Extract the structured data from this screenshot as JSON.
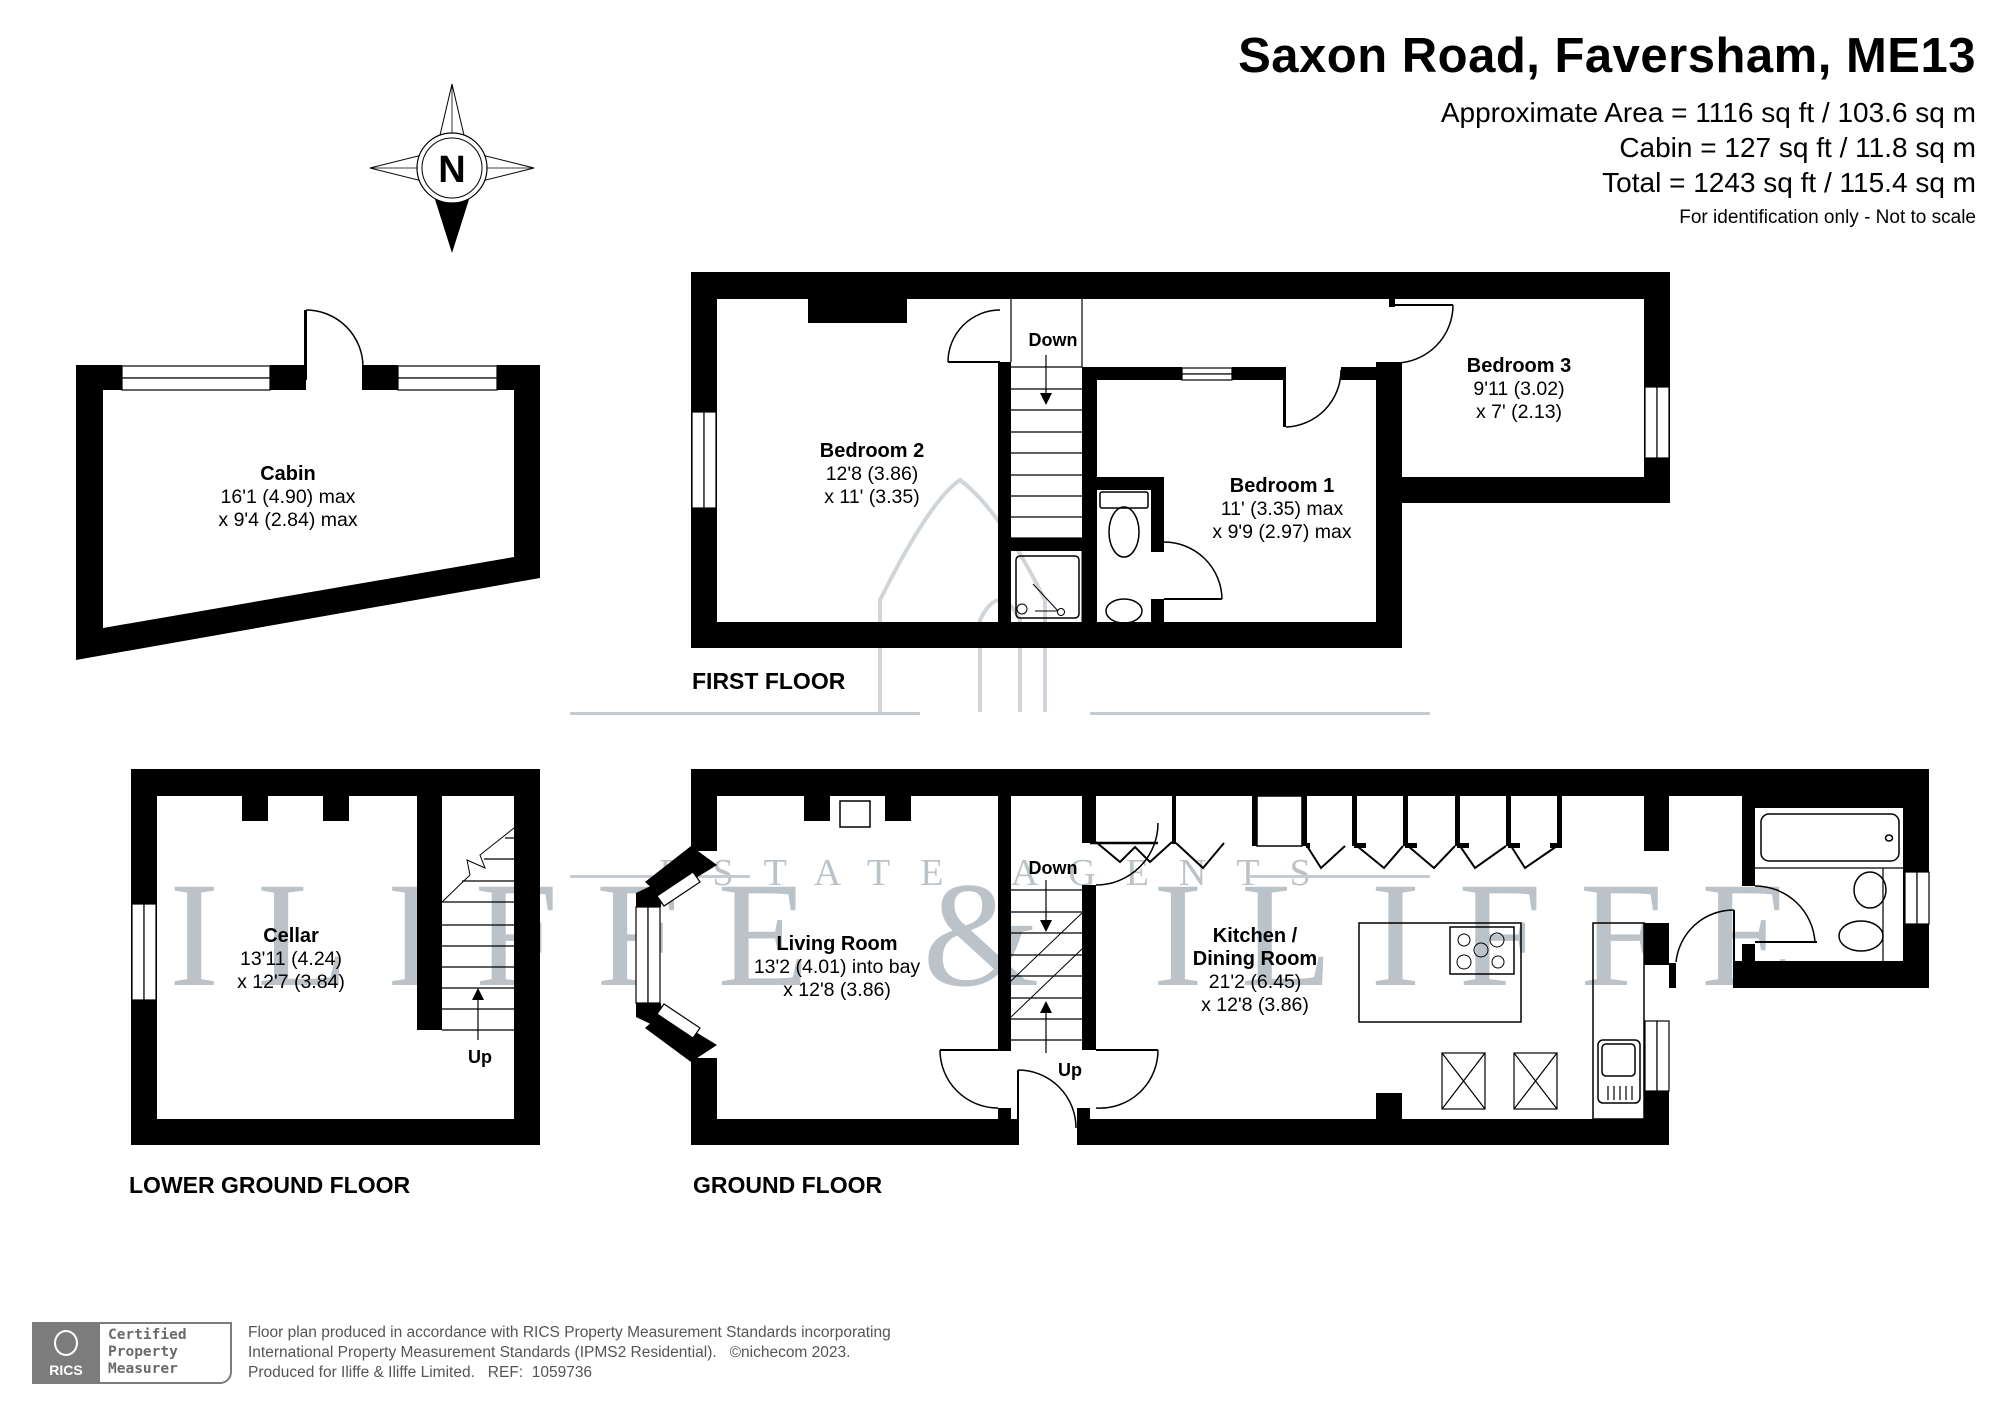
{
  "header": {
    "title": "Saxon Road, Faversham, ME13",
    "approximate_area": "Approximate Area = 1116 sq ft / 103.6 sq m",
    "cabin_area": "Cabin = 127 sq ft / 11.8 sq m",
    "total_area": "Total = 1243 sq ft / 115.4 sq m",
    "note": "For identification only - Not to scale"
  },
  "compass": {
    "label": "N",
    "icon": "north-arrow-compass-icon"
  },
  "watermark": {
    "brand": "ILIFFE & ILIFFE",
    "tagline": "ESTATE AGENTS",
    "color": "#bcc3c8"
  },
  "floors": {
    "cabin": {
      "rooms": [
        {
          "name": "Cabin",
          "dim1": "16'1 (4.90) max",
          "dim2": "x 9'4 (2.84) max"
        }
      ]
    },
    "first_floor": {
      "label": "FIRST FLOOR",
      "stairs": "Down",
      "rooms": [
        {
          "name": "Bedroom 2",
          "dim1": "12'8 (3.86)",
          "dim2": "x 11' (3.35)"
        },
        {
          "name": "Bedroom 1",
          "dim1": "11' (3.35) max",
          "dim2": "x 9'9 (2.97) max"
        },
        {
          "name": "Bedroom 3",
          "dim1": "9'11 (3.02)",
          "dim2": "x 7' (2.13)"
        }
      ]
    },
    "lower_ground_floor": {
      "label": "LOWER GROUND FLOOR",
      "stairs": "Up",
      "rooms": [
        {
          "name": "Cellar",
          "dim1": "13'11 (4.24)",
          "dim2": "x 12'7 (3.84)"
        }
      ]
    },
    "ground_floor": {
      "label": "GROUND FLOOR",
      "stairs_down": "Down",
      "stairs_up": "Up",
      "rooms": [
        {
          "name": "Living Room",
          "dim1": "13'2 (4.01) into bay",
          "dim2": "x 12'8 (3.86)"
        },
        {
          "name": "Kitchen /",
          "name2": "Dining Room",
          "dim1": "21'2 (6.45)",
          "dim2": "x 12'8 (3.86)"
        }
      ]
    }
  },
  "footer": {
    "badge": {
      "org": "RICS",
      "line1": "Certified",
      "line2": "Property",
      "line3": "Measurer"
    },
    "line1": "Floor plan produced in accordance with RICS Property Measurement Standards incorporating",
    "line2": "International Property Measurement Standards (IPMS2 Residential).   ©nichecom 2023.",
    "line3": "Produced for Iliffe & Iliffe Limited.   REF:  1059736"
  }
}
